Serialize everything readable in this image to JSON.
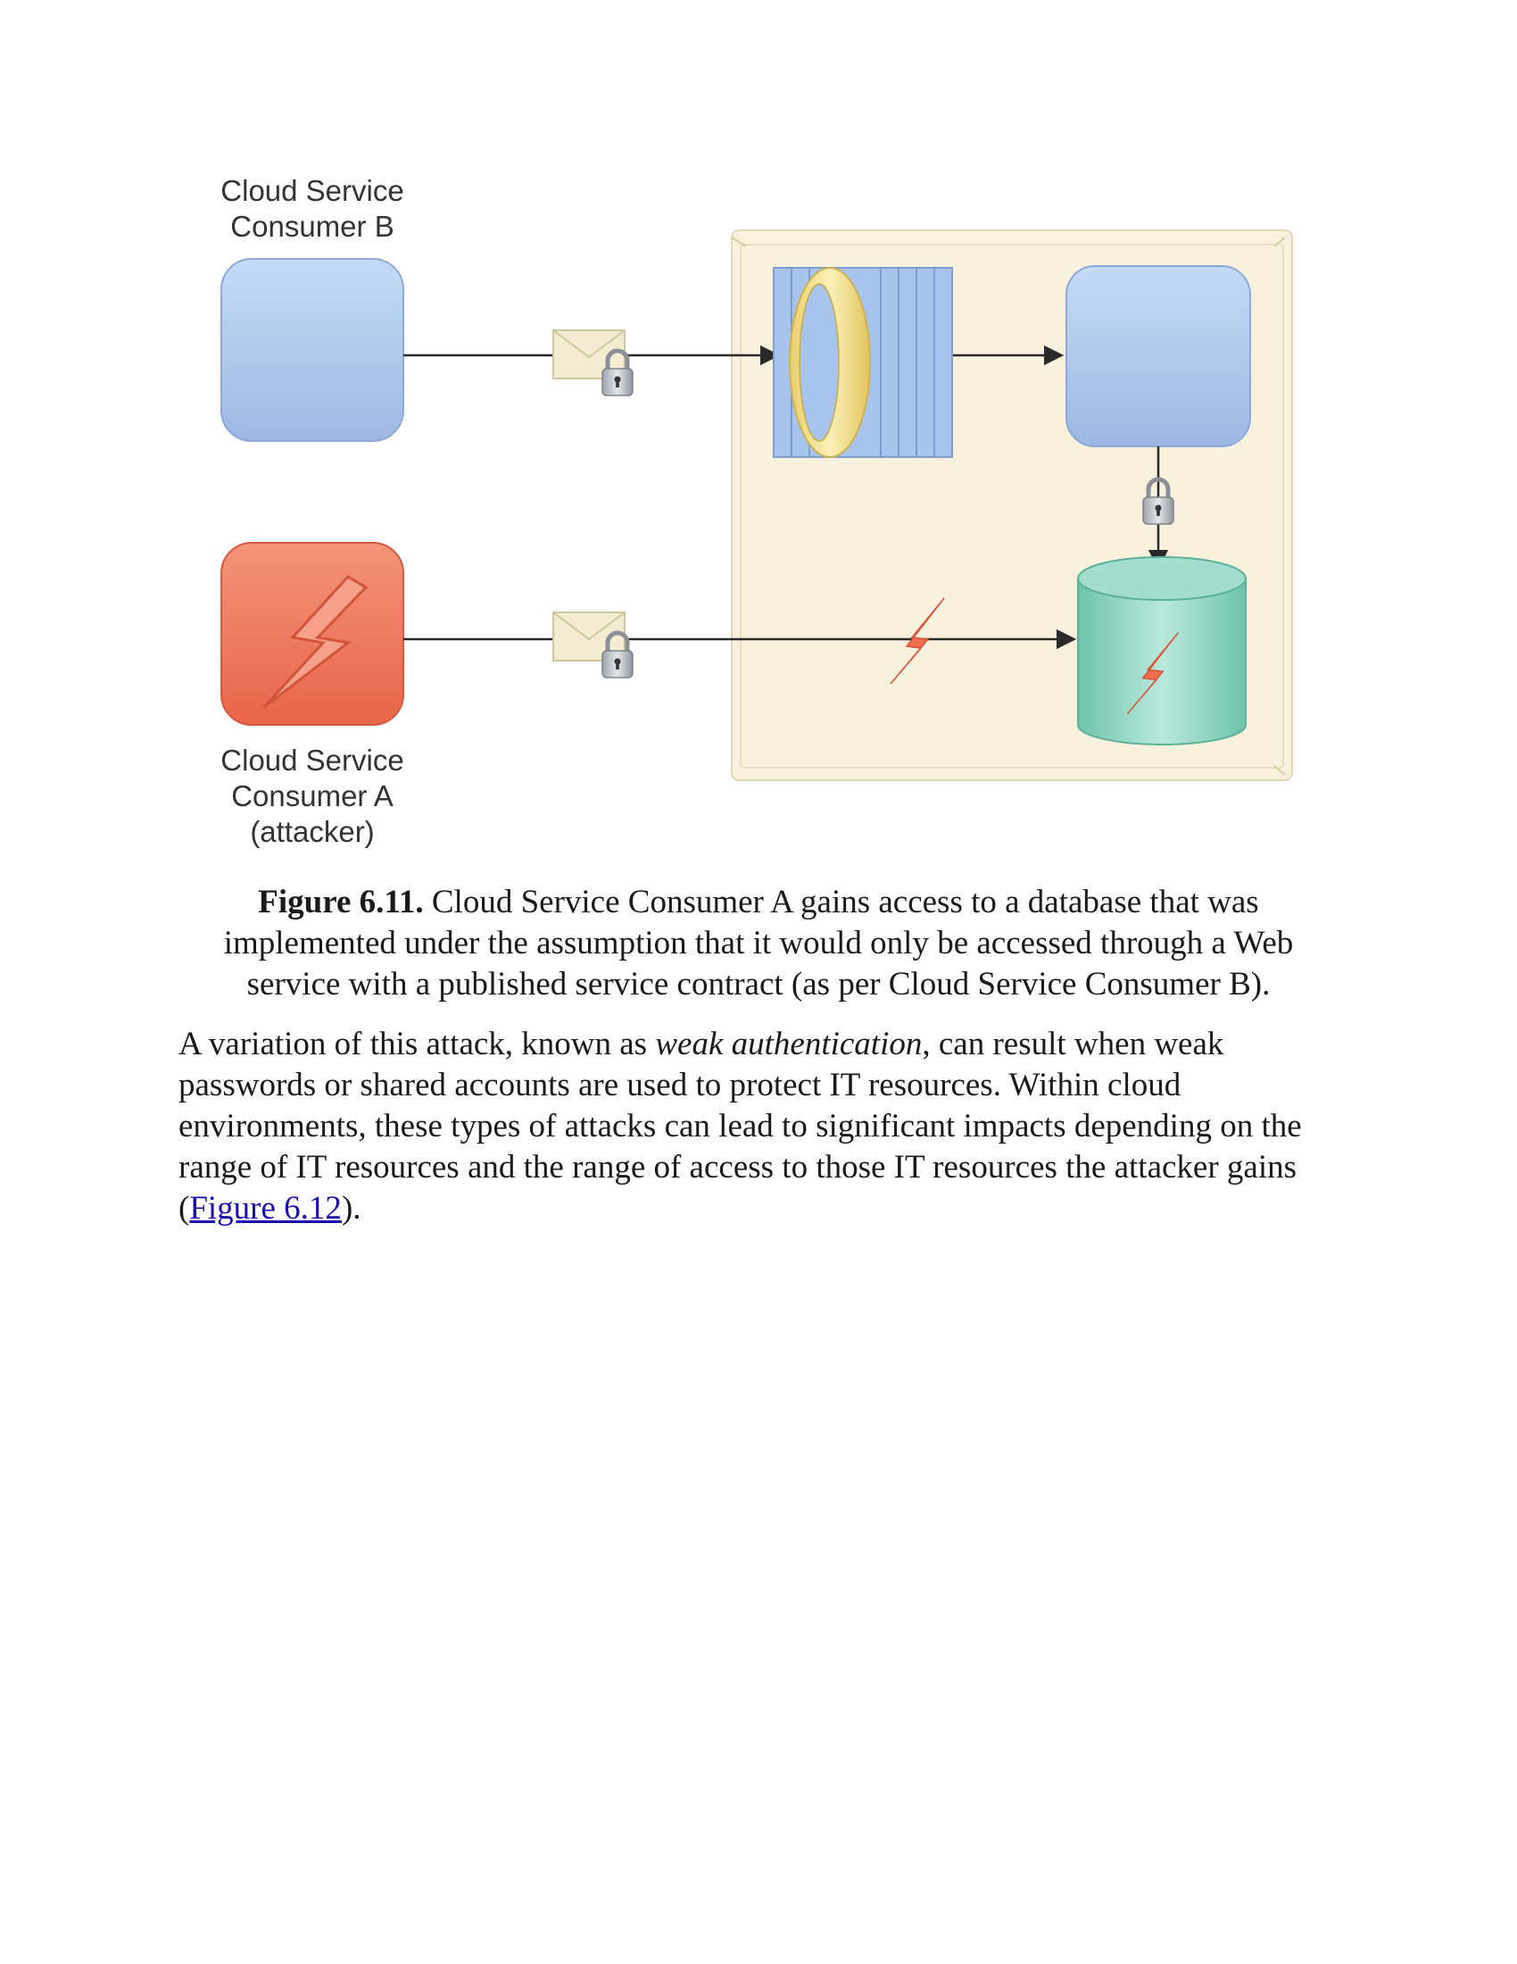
{
  "diagram": {
    "consumer_b_label": [
      "Cloud Service",
      "Consumer B"
    ],
    "consumer_a_label": [
      "Cloud Service",
      "Consumer A",
      "(attacker)"
    ]
  },
  "caption": {
    "number": "Figure 6.11.",
    "text": " Cloud Service Consumer A gains access to a database that was implemented under the assumption that it would only be accessed through a Web service with a published service contract (as per Cloud Service Consumer B)."
  },
  "paragraph": {
    "before_italic": "A variation of this attack, known as ",
    "italic": "weak authentication",
    "after_italic": ", can result when weak passwords or shared accounts are used to protect IT resources. Within cloud environments, these types of attacks can lead to significant impacts depending on the range of IT resources and the range of access to those IT resources the attacker gains (",
    "link_text": "Figure 6.12",
    "end": ")."
  },
  "colors": {
    "consumer_b": "#a9c8ec",
    "attacker": "#ee6f55",
    "database": "#8ed4c2",
    "cloud_boundary": "#f8f1de",
    "agent_ring": "#f1dc8a"
  }
}
